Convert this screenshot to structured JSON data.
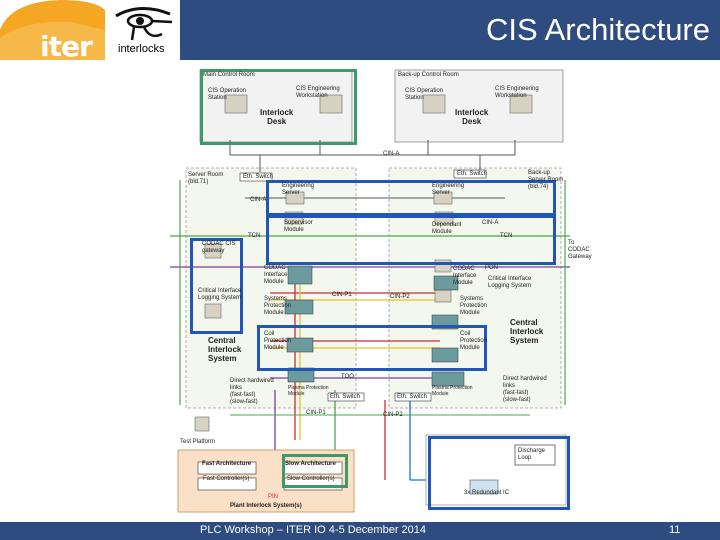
{
  "header": {
    "title": "CIS Architecture",
    "logo_iter_text": "iter",
    "logo_interlocks_text": "interlocks"
  },
  "footer": {
    "text": "PLC Workshop – ITER IO 4-5 December 2014",
    "page_number": "11"
  },
  "colors": {
    "header_band": "#2e4c80",
    "iter_orange": "#f5a623",
    "highlight_blue": "#1f56b8",
    "highlight_green": "#3d9a6b",
    "line_red": "#d12b2b",
    "line_yellow": "#e6c229",
    "line_purple": "#7b3fa6",
    "line_green": "#4aa84a",
    "line_blue": "#1b6fd1"
  },
  "diagram": {
    "main_control_room": "Main Control Room",
    "backup_control_room": "Back-up Control Room",
    "cis_operation_station": "CIS Operation\nStation",
    "cis_engineering_workstation": "CIS Engineering\nWorkstation",
    "interlock_desk": "Interlock\nDesk",
    "cin_a": "CIN-A",
    "server_room": "Server Room\n(bld.71)",
    "backup_server_room": "Back-up\nServer Room\n(bld.74)",
    "eth_switch": "Eth. Switch",
    "engineering_server": "Engineering\nServer",
    "supervisor_module": "Supervisor\nModule",
    "dependant_module": "Dependant\nModule",
    "tcn": "TCN",
    "codac_gateway": "CODAC CIS\ngateway",
    "codac_gateway_right": "To\nCODAC\nGateway",
    "pon": "PON",
    "codac_interface_module": "CODAC\nInterface\nModule",
    "critical_logging": "Critical Interface\nLogging System",
    "cin_p1": "CIN-P1",
    "cin_p2": "CIN-P2",
    "systems_protection_module": "Systems\nProtection\nModule",
    "central_interlock_system": "Central\nInterlock\nSystem",
    "coil_protection_module": "Coil\nProtection\nModule",
    "direct_hardwired_left": "Direct hardwired\nlinks\n(fast-fast)\n(slow-fast)",
    "direct_hardwired_right": "Direct hardwired\nlinks\n(fast-fast)\n(slow-fast)",
    "plasma_protection_module": "Plasma Protection\nModule",
    "test_platform": "Test Platform",
    "fast_architecture": "Fast Architecture",
    "slow_architecture": "Slow Architecture",
    "fast_controllers": "Fast Controller(s)",
    "slow_controllers": "Slow Controller(s)",
    "pin": "PIN",
    "plant_interlock": "Plant Interlock System(s)",
    "discharge_loop": "Discharge\nLoop",
    "redundant_ic": "3x Redundant IC",
    "too": "TOO"
  }
}
